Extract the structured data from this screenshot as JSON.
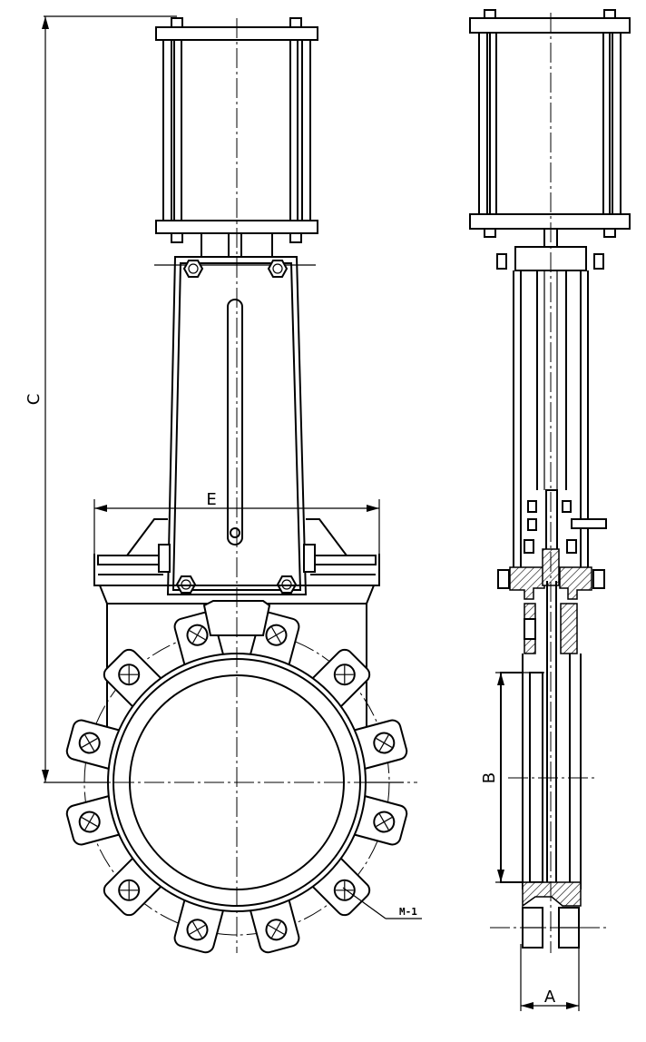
{
  "dimension_labels": {
    "c": "C",
    "e": "E",
    "b": "B",
    "a": "A",
    "m1": "M-1"
  }
}
